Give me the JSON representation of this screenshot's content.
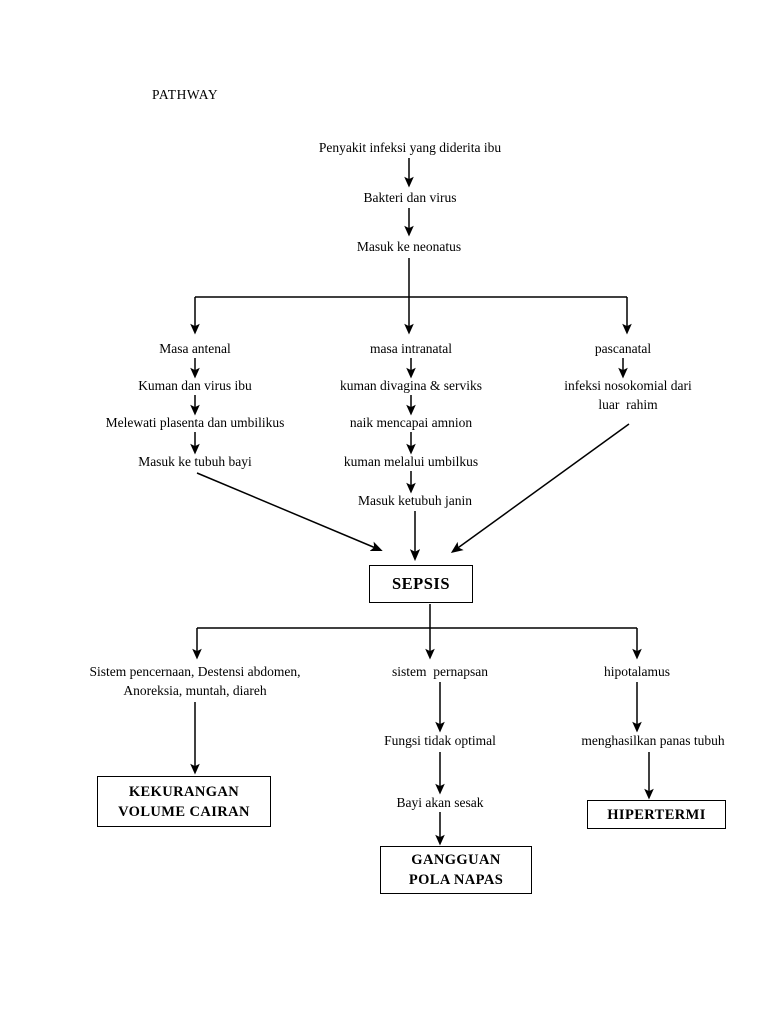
{
  "document": {
    "heading": "PATHWAY",
    "background_color": "#ffffff",
    "ink_color": "#000000"
  },
  "chart_data": {
    "type": "diagram",
    "title": "PATHWAY",
    "subtype": "flowchart",
    "orientation": "top-to-bottom",
    "nodes": [
      {
        "id": "n1",
        "label": "Penyakit infeksi yang diderita ibu",
        "shape": "plain"
      },
      {
        "id": "n2",
        "label": "Bakteri dan virus",
        "shape": "plain"
      },
      {
        "id": "n3",
        "label": "Masuk ke neonatus",
        "shape": "plain"
      },
      {
        "id": "a1",
        "label": "Masa antenal",
        "shape": "plain"
      },
      {
        "id": "a2",
        "label": "Kuman dan virus ibu",
        "shape": "plain"
      },
      {
        "id": "a3",
        "label": "Melewati plasenta dan umbilikus",
        "shape": "plain"
      },
      {
        "id": "a4",
        "label": "Masuk ke tubuh bayi",
        "shape": "plain"
      },
      {
        "id": "b1",
        "label": "masa intranatal",
        "shape": "plain"
      },
      {
        "id": "b2",
        "label": "kuman divagina & serviks",
        "shape": "plain"
      },
      {
        "id": "b3",
        "label": "naik mencapai amnion",
        "shape": "plain"
      },
      {
        "id": "b4",
        "label": "kuman melalui umbilkus",
        "shape": "plain"
      },
      {
        "id": "b5",
        "label": "Masuk ketubuh janin",
        "shape": "plain"
      },
      {
        "id": "c1",
        "label": "pascanatal",
        "shape": "plain"
      },
      {
        "id": "c2",
        "label": "infeksi nosokomial dari\nluar  rahim",
        "shape": "plain"
      },
      {
        "id": "s",
        "label": "SEPSIS",
        "shape": "box"
      },
      {
        "id": "d1",
        "label": "Sistem pencernaan, Destensi abdomen,\nAnoreksia, muntah, diareh",
        "shape": "plain"
      },
      {
        "id": "d2",
        "label": "KEKURANGAN\nVOLUME CAIRAN",
        "shape": "box"
      },
      {
        "id": "e1",
        "label": "sistem  pernapsan",
        "shape": "plain"
      },
      {
        "id": "e2",
        "label": "Fungsi tidak optimal",
        "shape": "plain"
      },
      {
        "id": "e3",
        "label": "Bayi akan sesak",
        "shape": "plain"
      },
      {
        "id": "e4",
        "label": "GANGGUAN\nPOLA NAPAS",
        "shape": "box"
      },
      {
        "id": "f1",
        "label": "hipotalamus",
        "shape": "plain"
      },
      {
        "id": "f2",
        "label": "menghasilkan panas tubuh",
        "shape": "plain"
      },
      {
        "id": "f3",
        "label": "HIPERTERMI",
        "shape": "box"
      }
    ],
    "edges": [
      {
        "from": "n1",
        "to": "n2",
        "style": "arrow-down"
      },
      {
        "from": "n2",
        "to": "n3",
        "style": "arrow-down"
      },
      {
        "from": "n3",
        "to": "a1",
        "style": "split-arrow"
      },
      {
        "from": "n3",
        "to": "b1",
        "style": "split-arrow"
      },
      {
        "from": "n3",
        "to": "c1",
        "style": "split-arrow"
      },
      {
        "from": "a1",
        "to": "a2",
        "style": "arrow-down"
      },
      {
        "from": "a2",
        "to": "a3",
        "style": "arrow-down"
      },
      {
        "from": "a3",
        "to": "a4",
        "style": "arrow-down"
      },
      {
        "from": "a4",
        "to": "s",
        "style": "diagonal-arrow"
      },
      {
        "from": "b1",
        "to": "b2",
        "style": "arrow-down"
      },
      {
        "from": "b2",
        "to": "b3",
        "style": "arrow-down"
      },
      {
        "from": "b3",
        "to": "b4",
        "style": "arrow-down"
      },
      {
        "from": "b4",
        "to": "b5",
        "style": "arrow-down"
      },
      {
        "from": "b5",
        "to": "s",
        "style": "arrow-down"
      },
      {
        "from": "c1",
        "to": "c2",
        "style": "arrow-down"
      },
      {
        "from": "c2",
        "to": "s",
        "style": "diagonal-arrow"
      },
      {
        "from": "s",
        "to": "d1",
        "style": "split-arrow"
      },
      {
        "from": "s",
        "to": "e1",
        "style": "split-arrow"
      },
      {
        "from": "s",
        "to": "f1",
        "style": "split-arrow"
      },
      {
        "from": "d1",
        "to": "d2",
        "style": "arrow-down"
      },
      {
        "from": "e1",
        "to": "e2",
        "style": "arrow-down"
      },
      {
        "from": "e2",
        "to": "e3",
        "style": "arrow-down"
      },
      {
        "from": "e3",
        "to": "e4",
        "style": "arrow-down"
      },
      {
        "from": "f1",
        "to": "f2",
        "style": "arrow-down"
      },
      {
        "from": "f2",
        "to": "f3",
        "style": "arrow-down"
      }
    ],
    "branch_labels": {
      "antenatal": "Masa antenal",
      "intranatal": "masa intranatal",
      "postnatal": "pascanatal"
    },
    "outcomes": [
      "KEKURANGAN VOLUME CAIRAN",
      "GANGGUAN POLA NAPAS",
      "HIPERTERMI"
    ]
  }
}
